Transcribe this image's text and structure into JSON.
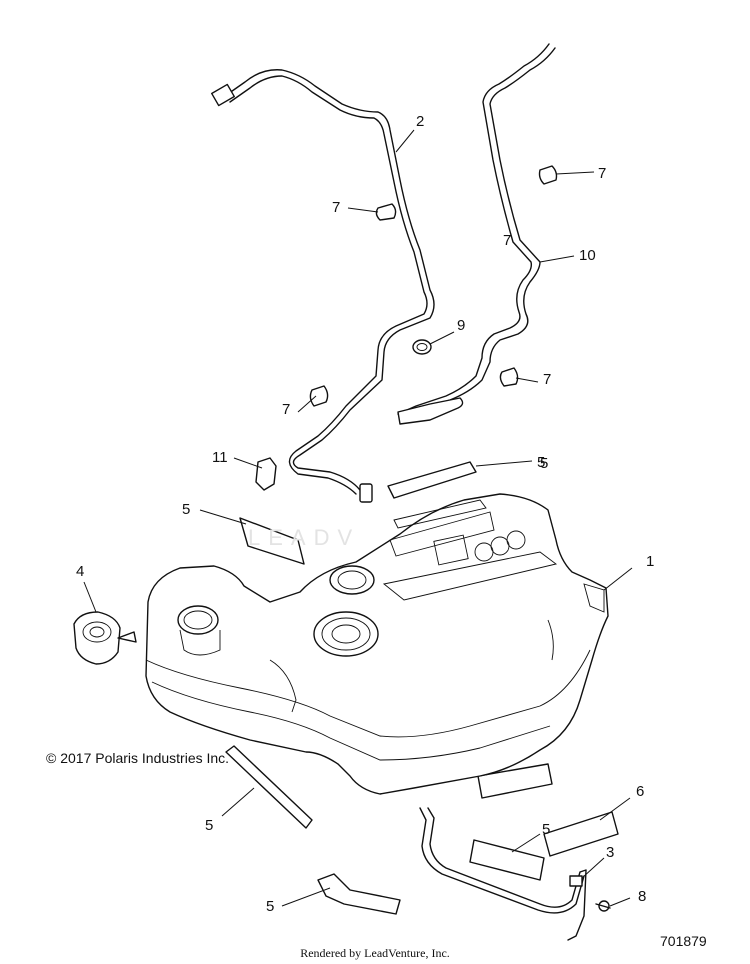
{
  "copyright": "© 2017 Polaris Industries Inc.",
  "diagram_id": "701879",
  "footer": "Rendered by LeadVenture, Inc.",
  "watermark": "LEADV",
  "callouts": [
    "1",
    "2",
    "3",
    "4",
    "5",
    "5",
    "5",
    "5",
    "5",
    "5",
    "6",
    "7",
    "7",
    "7",
    "7",
    "7",
    "8",
    "9",
    "10",
    "11"
  ]
}
